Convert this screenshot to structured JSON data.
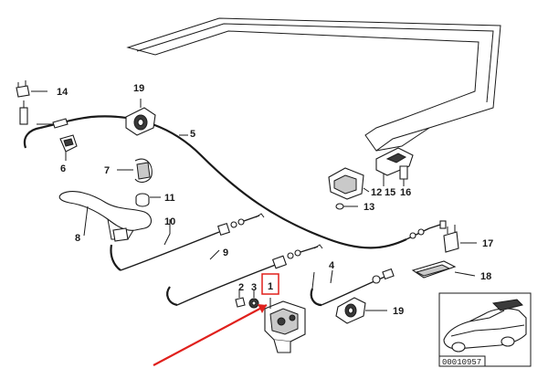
{
  "diagram": {
    "part_numbers": {
      "p1": "1",
      "p2": "2",
      "p3": "3",
      "p4": "4",
      "p5": "5",
      "p6": "6",
      "p7": "7",
      "p8": "8",
      "p9": "9",
      "p10": "10",
      "p11": "11",
      "p12": "12",
      "p13": "13",
      "p14": "14",
      "p15": "15",
      "p16": "16",
      "p17": "17",
      "p18": "18",
      "p19a": "19",
      "p19b": "19"
    },
    "highlight_color": "#e0201c",
    "arrow_color": "#e0201c",
    "reference_id": "00010957"
  }
}
